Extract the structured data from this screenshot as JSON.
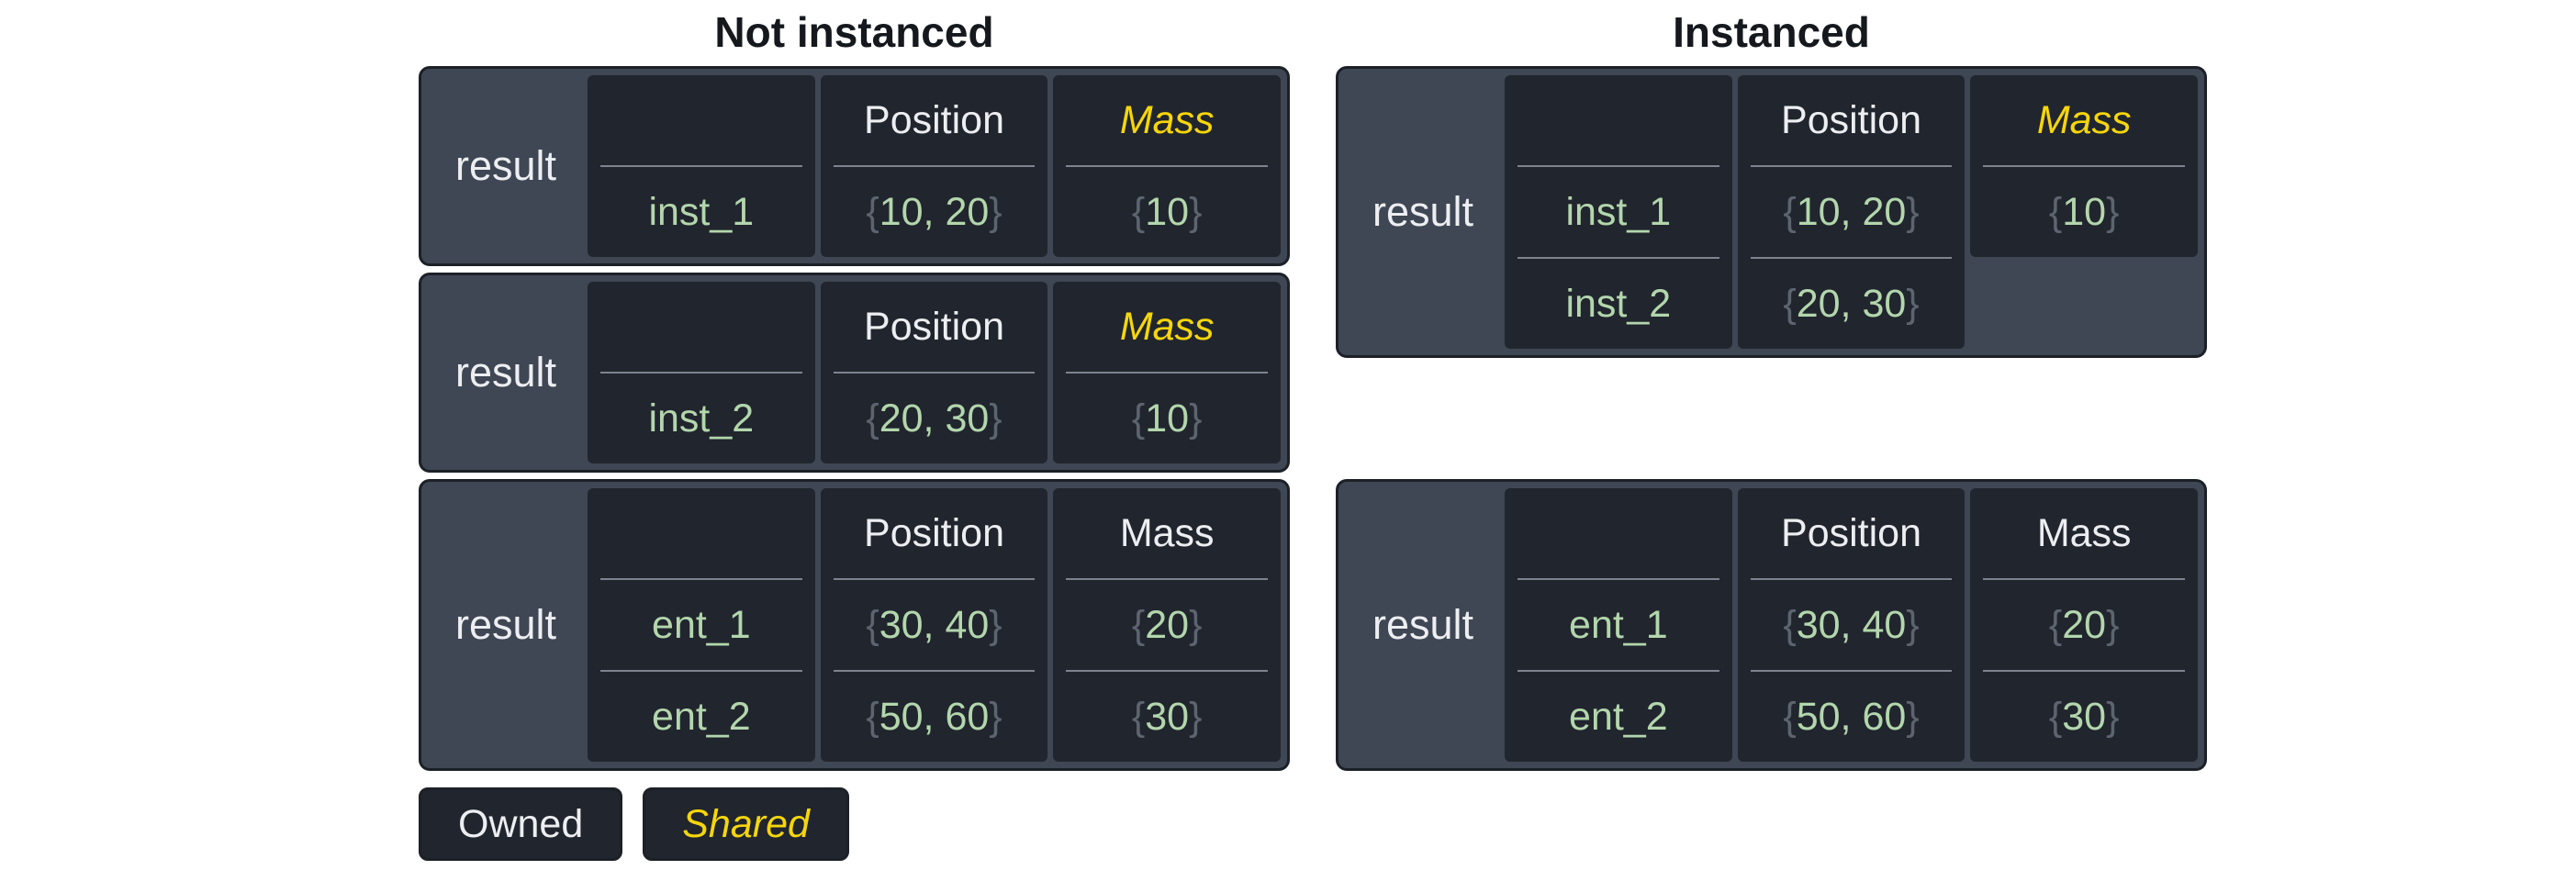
{
  "titles": {
    "left": "Not instanced",
    "right": "Instanced"
  },
  "punct": {
    "open": "{",
    "close": "}"
  },
  "legend": {
    "owned": "Owned",
    "shared": "Shared"
  },
  "colors": {
    "page_bg": "#ffffff",
    "box_bg": "#3f4654",
    "cell_bg": "#21252d",
    "border": "#1c2027",
    "text": "#eceef1",
    "value_green": "#b3d6ad",
    "brace_gray": "#5d6470",
    "shared_yellow": "#f6d60a",
    "separator": "#7d848f"
  },
  "boxes": {
    "left": [
      {
        "label": "result",
        "columns": [
          {
            "header": "",
            "shared": false,
            "cells": [
              "inst_1"
            ]
          },
          {
            "header": "Position",
            "shared": false,
            "cells": [
              "10, 20"
            ]
          },
          {
            "header": "Mass",
            "shared": true,
            "cells": [
              "10"
            ]
          }
        ]
      },
      {
        "label": "result",
        "columns": [
          {
            "header": "",
            "shared": false,
            "cells": [
              "inst_2"
            ]
          },
          {
            "header": "Position",
            "shared": false,
            "cells": [
              "20, 30"
            ]
          },
          {
            "header": "Mass",
            "shared": true,
            "cells": [
              "10"
            ]
          }
        ]
      },
      {
        "label": "result",
        "columns": [
          {
            "header": "",
            "shared": false,
            "cells": [
              "ent_1",
              "ent_2"
            ]
          },
          {
            "header": "Position",
            "shared": false,
            "cells": [
              "30, 40",
              "50, 60"
            ]
          },
          {
            "header": "Mass",
            "shared": false,
            "cells": [
              "20",
              "30"
            ]
          }
        ]
      }
    ],
    "right": [
      {
        "label": "result",
        "columns": [
          {
            "header": "",
            "shared": false,
            "cells": [
              "inst_1",
              "inst_2"
            ]
          },
          {
            "header": "Position",
            "shared": false,
            "cells": [
              "10, 20",
              "20, 30"
            ]
          },
          {
            "header": "Mass",
            "shared": true,
            "cells": [
              "10"
            ]
          }
        ]
      },
      {
        "label": "result",
        "columns": [
          {
            "header": "",
            "shared": false,
            "cells": [
              "ent_1",
              "ent_2"
            ]
          },
          {
            "header": "Position",
            "shared": false,
            "cells": [
              "30, 40",
              "50, 60"
            ]
          },
          {
            "header": "Mass",
            "shared": false,
            "cells": [
              "20",
              "30"
            ]
          }
        ]
      }
    ]
  }
}
